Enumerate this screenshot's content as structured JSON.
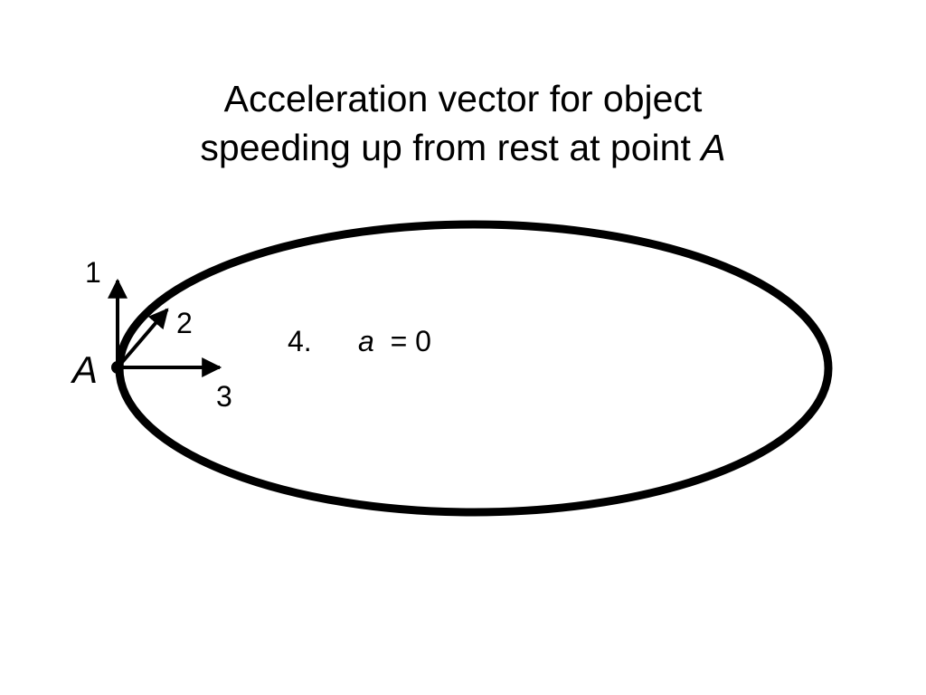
{
  "title": {
    "line1": "Acceleration vector for object",
    "line2_prefix": "speeding up from rest at point ",
    "line2_point": "A"
  },
  "diagram": {
    "point_label": "A",
    "arrow_labels": [
      "1",
      "2",
      "3"
    ],
    "option": {
      "number": "4.",
      "variable": "a",
      "equation_rest": " = 0"
    }
  },
  "colors": {
    "ink": "#000000",
    "background": "#ffffff"
  }
}
